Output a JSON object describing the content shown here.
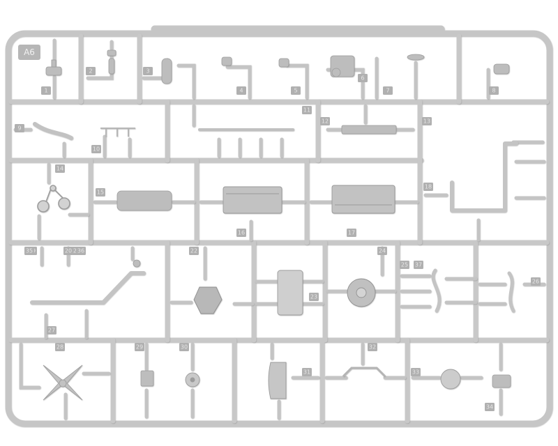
{
  "sprue": {
    "label": "A6",
    "colors": {
      "plastic": "#c9c9c9",
      "shadow": "#9c9c9c",
      "part": "#bdbdbd",
      "tag": "#b0b0b0",
      "background": "#ffffff"
    },
    "part_numbers": [
      "1",
      "2",
      "3",
      "4",
      "5",
      "6",
      "7",
      "8",
      "9",
      "10",
      "11",
      "12",
      "13",
      "14",
      "15",
      "16",
      "17",
      "18",
      "19",
      "20",
      "21",
      "22",
      "23",
      "24",
      "25",
      "26",
      "27",
      "28",
      "29",
      "30",
      "31",
      "32",
      "33",
      "34",
      "35",
      "36",
      "37"
    ]
  }
}
